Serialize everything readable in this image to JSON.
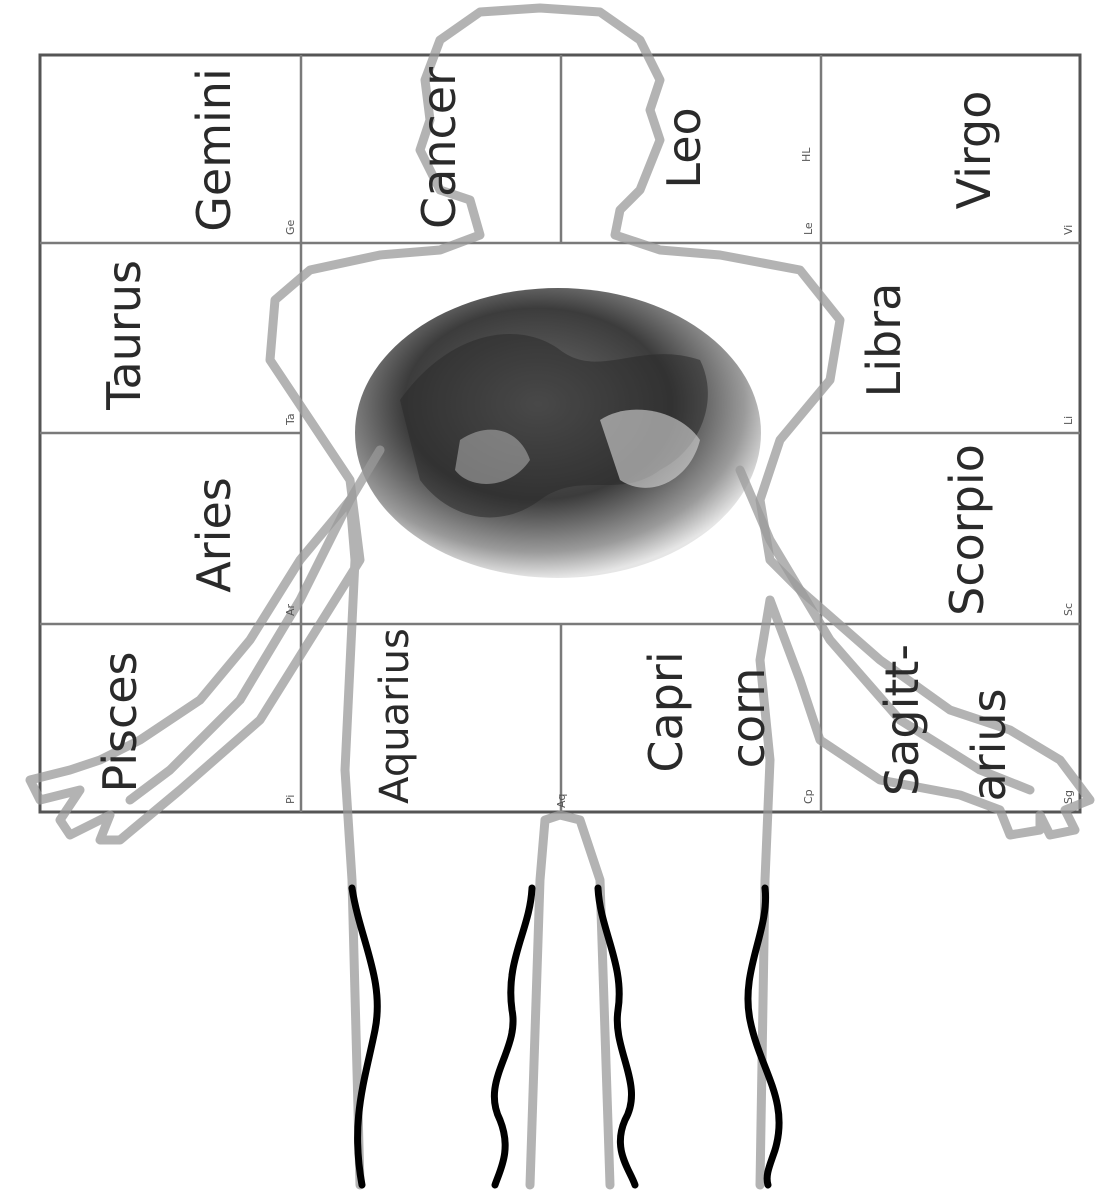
{
  "diagram": {
    "signs": {
      "gemini": {
        "label": "Gemini",
        "abbr": "Ge"
      },
      "cancer": {
        "label": "Cancer",
        "abbr": ""
      },
      "leo": {
        "label": "Leo",
        "abbr": "Le",
        "extra": "HL"
      },
      "virgo": {
        "label": "Virgo",
        "abbr": "Vi"
      },
      "taurus": {
        "label": "Taurus",
        "abbr": "Ta"
      },
      "libra": {
        "label": "Libra",
        "abbr": "Li"
      },
      "aries": {
        "label": "Aries",
        "abbr": "Ar"
      },
      "scorpio": {
        "label": "Scorpio",
        "abbr": "Sc"
      },
      "pisces": {
        "label": "Pisces",
        "abbr": "Pi"
      },
      "aquarius": {
        "label": "Aquarius",
        "abbr": "Aq"
      },
      "capricorn": {
        "line1": "Capri",
        "line2": "corn",
        "abbr": "Cp"
      },
      "sagittarius": {
        "line1": "Sagitt-",
        "line2": "arius",
        "abbr": "Sg"
      }
    }
  }
}
